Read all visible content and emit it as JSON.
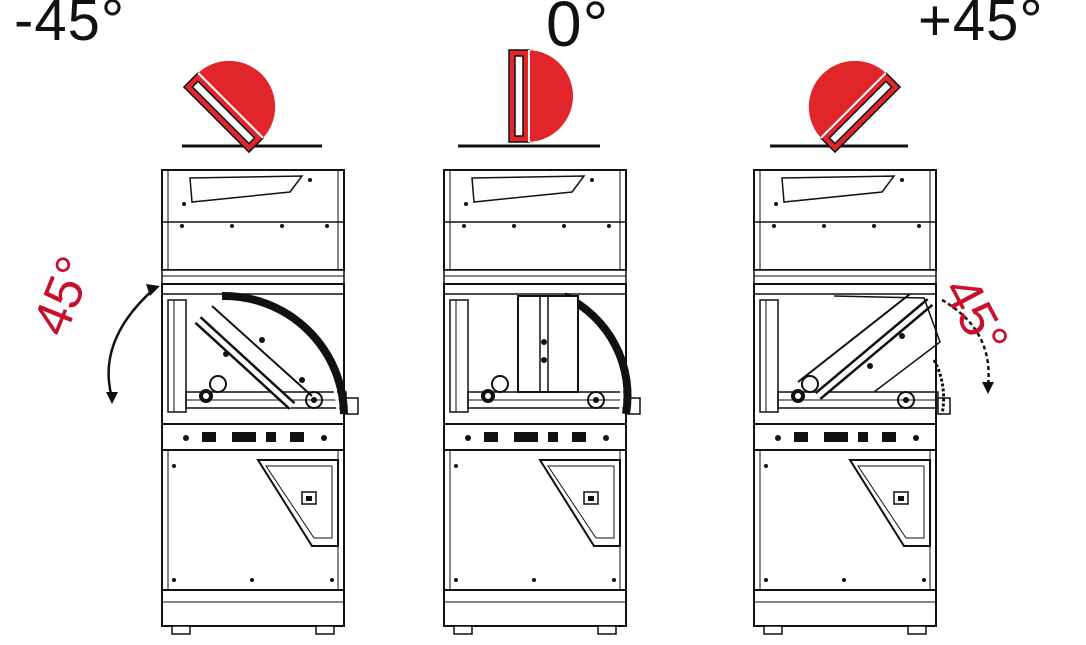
{
  "headings": {
    "left": "-45°",
    "center": "0°",
    "right": "+45°"
  },
  "rotation_labels": {
    "left": "45°",
    "right": "45°"
  },
  "colors": {
    "blade": "#e0262b",
    "label": "#c8102e",
    "line": "#111111"
  },
  "machines": [
    {
      "position": "left",
      "tilt_degrees": -45
    },
    {
      "position": "center",
      "tilt_degrees": 0
    },
    {
      "position": "right",
      "tilt_degrees": 45
    }
  ]
}
